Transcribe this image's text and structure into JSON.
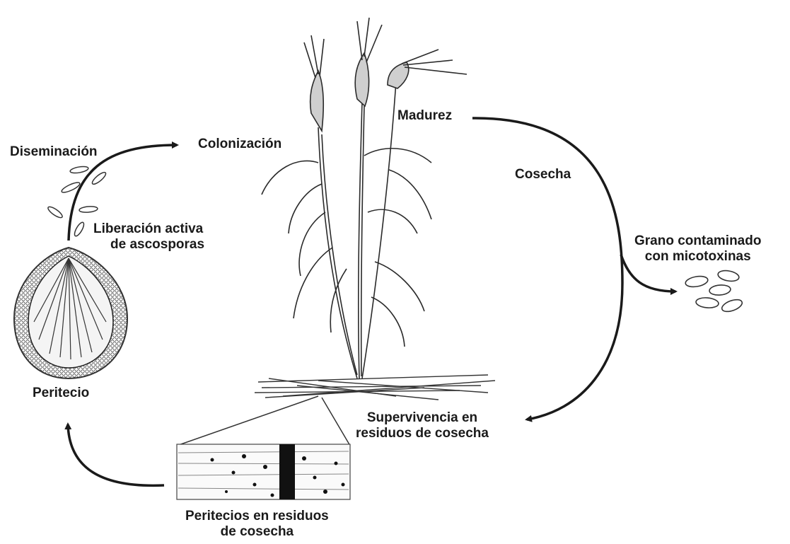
{
  "diagram": {
    "labels": {
      "diseminacion": "Diseminación",
      "colonizacion": "Colonización",
      "madurez": "Madurez",
      "cosecha": "Cosecha",
      "liberacion_line1": "Liberación activa",
      "liberacion_line2": "de ascosporas",
      "grano_line1": "Grano contaminado",
      "grano_line2": "con micotoxinas",
      "peritecio": "Peritecio",
      "supervivencia_line1": "Supervivencia en",
      "supervivencia_line2": "residuos de cosecha",
      "peritecios_residuos_line1": "Peritecios en residuos",
      "peritecios_residuos_line2": "de cosecha"
    },
    "colors": {
      "ink": "#1a1a1a",
      "background": "#ffffff"
    }
  }
}
